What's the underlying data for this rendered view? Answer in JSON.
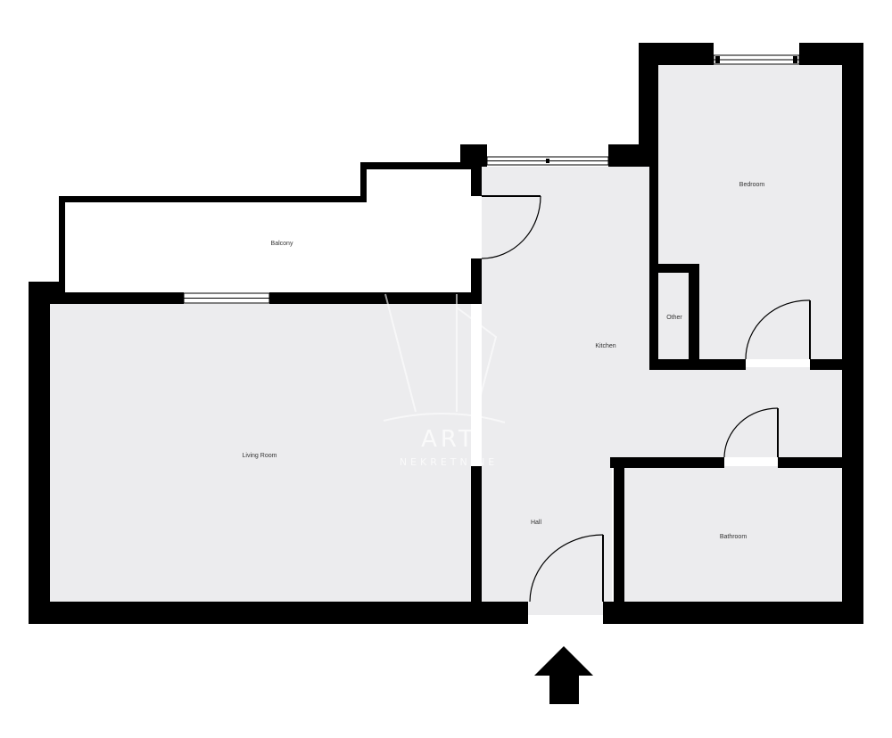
{
  "rooms": {
    "balcony": "Balcony",
    "bedroom": "Bedroom",
    "other": "Other",
    "kitchen": "Kitchen",
    "living_room": "Living Room",
    "hall": "Hall",
    "bathroom": "Bathroom"
  },
  "watermark": {
    "brand": "ART",
    "subtitle": "NEKRETNINE"
  },
  "colors": {
    "wall": "#000000",
    "floor": "#ececee",
    "balcony_floor": "#ffffff"
  },
  "icons": {
    "entrance": "arrow-up-icon"
  }
}
